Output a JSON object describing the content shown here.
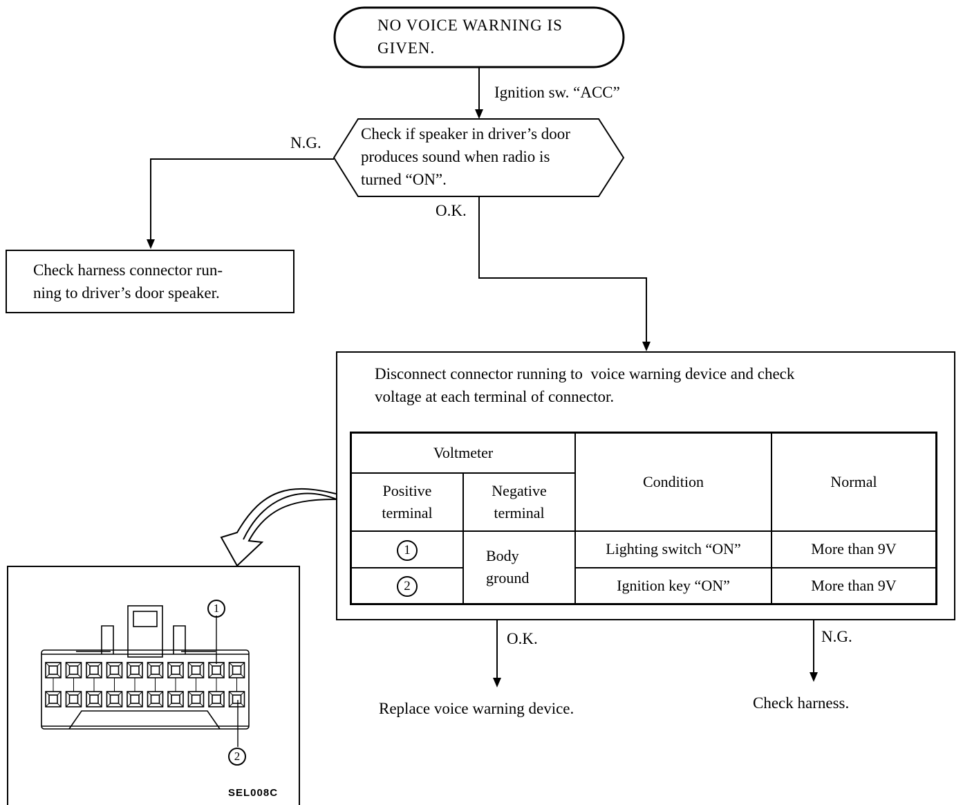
{
  "flow": {
    "start": "NO VOICE WARNING IS\nGIVEN.",
    "step1_label": "Ignition sw. “ACC”",
    "decision": "Check if speaker in driver’s door\nproduces sound when radio is\nturned “ON”.",
    "decision_ng": "N.G.",
    "decision_ok": "O.K.",
    "harness_box": "Check harness connector run-\nning to driver’s door speaker.",
    "instruction": "Disconnect connector running to  voice warning device and check\nvoltage at each terminal of connector.",
    "result_ok_label": "O.K.",
    "result_ng_label": "N.G.",
    "result_ok": "Replace voice warning device.",
    "result_ng": "Check harness."
  },
  "table": {
    "voltmeter": "Voltmeter",
    "positive": "Positive\nterminal",
    "negative": "Negative\nterminal",
    "condition": "Condition",
    "normal": "Normal",
    "rows": [
      {
        "terminal": "1",
        "condition": "Lighting switch “ON”",
        "normal": "More than 9V"
      },
      {
        "terminal": "2",
        "condition": "Ignition key “ON”",
        "normal": "More than 9V"
      }
    ],
    "body_ground": "Body\nground"
  },
  "connector": {
    "pin_label_1": "1",
    "pin_label_2": "2",
    "code": "SEL008C"
  }
}
